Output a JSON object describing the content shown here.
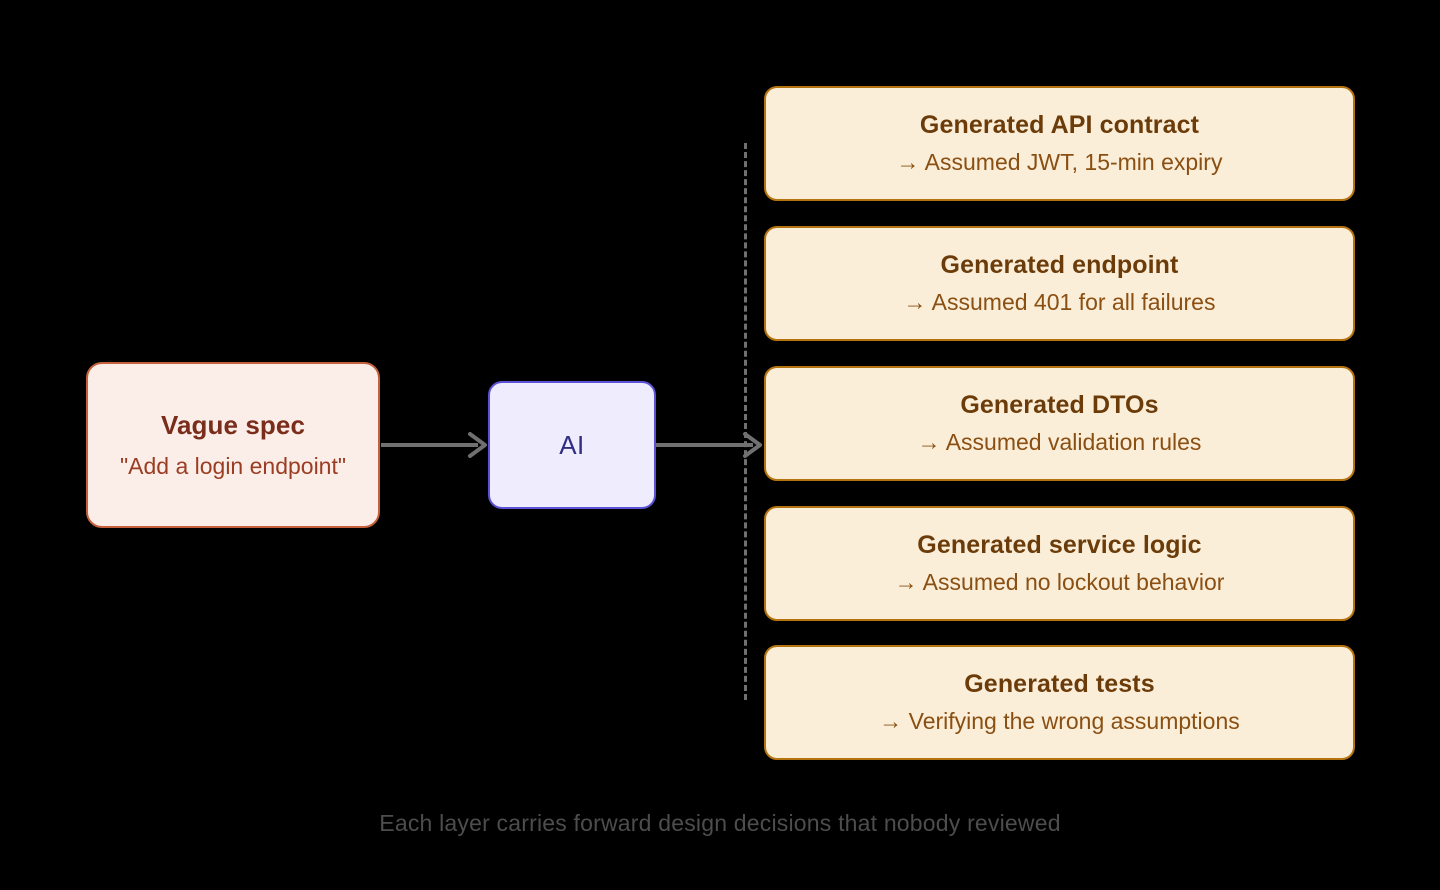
{
  "diagram": {
    "input": {
      "title": "Vague spec",
      "subtitle": "\"Add a login endpoint\"",
      "fill": "#fbeee9",
      "border": "#c4603c",
      "title_color": "#7a2d1a",
      "subtitle_color": "#9b3d22"
    },
    "processor": {
      "label": "AI",
      "fill": "#eeecfd",
      "border": "#5b52d6",
      "label_color": "#312e81"
    },
    "outputs": [
      {
        "title": "Generated API contract",
        "subtitle": "→ Assumed JWT, 15-min expiry"
      },
      {
        "title": "Generated endpoint",
        "subtitle": "→ Assumed 401 for all failures"
      },
      {
        "title": "Generated DTOs",
        "subtitle": "→ Assumed validation rules"
      },
      {
        "title": "Generated service logic",
        "subtitle": "→ Assumed no lockout behavior"
      },
      {
        "title": "Generated tests",
        "subtitle": "→ Verifying the wrong assumptions"
      }
    ],
    "output_style": {
      "fill": "#fbeed8",
      "border": "#b5730f",
      "title_color": "#6b3c0a",
      "subtitle_color": "#8a4f12"
    },
    "connectors": {
      "arrow_color": "#707070",
      "divider_color": "#707070",
      "divider_style": "dashed"
    },
    "caption": "Each layer carries forward design decisions that nobody reviewed",
    "caption_color": "#4d4d4d",
    "background": "#000000"
  }
}
